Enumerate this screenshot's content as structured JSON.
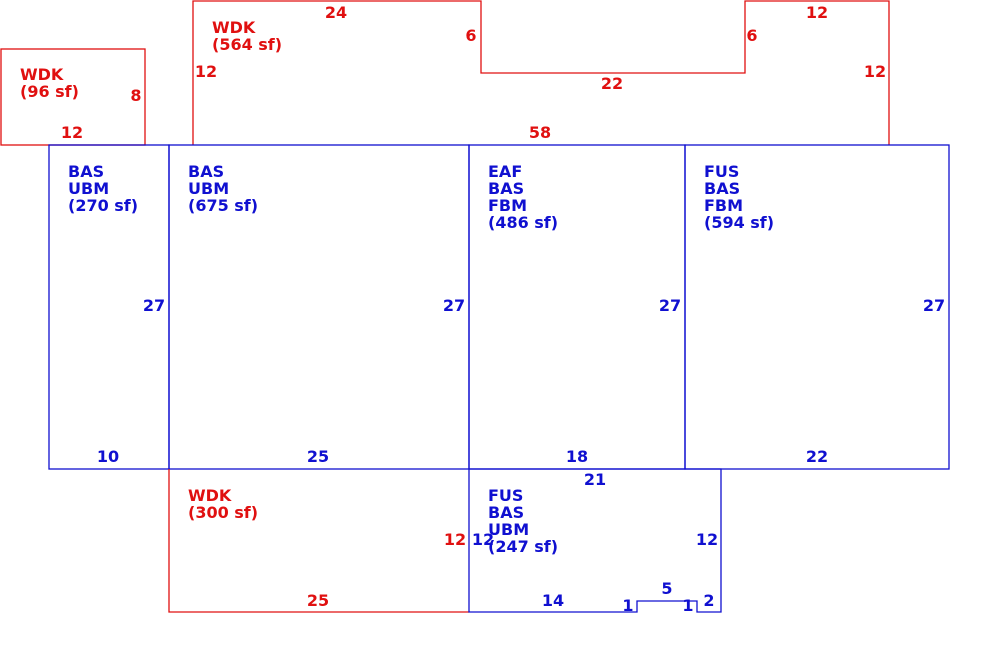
{
  "colors": {
    "deck": "#e01010",
    "living": "#1010d0"
  },
  "areas": {
    "wdk_96": {
      "lines": [
        "WDK",
        "(96 sf)"
      ]
    },
    "wdk_564": {
      "lines": [
        "WDK",
        "(564 sf)"
      ]
    },
    "bas_270": {
      "lines": [
        "BAS",
        "UBM",
        "(270 sf)"
      ]
    },
    "bas_675": {
      "lines": [
        "BAS",
        "UBM",
        "(675 sf)"
      ]
    },
    "eaf_486": {
      "lines": [
        "EAF",
        "BAS",
        "FBM",
        "(486 sf)"
      ]
    },
    "fus_594": {
      "lines": [
        "FUS",
        "BAS",
        "FBM",
        "(594 sf)"
      ]
    },
    "wdk_300": {
      "lines": [
        "WDK",
        "(300 sf)"
      ]
    },
    "fus_247": {
      "lines": [
        "FUS",
        "BAS",
        "UBM",
        "(247 sf)"
      ]
    }
  },
  "dims": {
    "wdk564_top": "24",
    "wdk564_left": "12",
    "wdk564_notch_left": "6",
    "wdk564_notch_bottom": "22",
    "wdk564_notch_right": "6",
    "wdk564_top_right": "12",
    "wdk564_right": "12",
    "wdk564_bottom": "58",
    "wdk96_right": "8",
    "wdk96_bottom": "12",
    "bas270_right": "27",
    "bas270_bottom": "10",
    "bas675_right": "27",
    "bas675_bottom": "25",
    "eaf486_right": "27",
    "eaf486_bottom": "18",
    "fus594_right": "27",
    "fus594_bottom": "22",
    "wdk300_right": "12",
    "wdk300_bottom": "25",
    "fus247_top": "21",
    "fus247_left": "12",
    "fus247_right": "12",
    "fus247_bottom": "14",
    "fus247_step_left": "1",
    "fus247_notch": "5",
    "fus247_step_right": "1",
    "fus247_corner": "2"
  }
}
